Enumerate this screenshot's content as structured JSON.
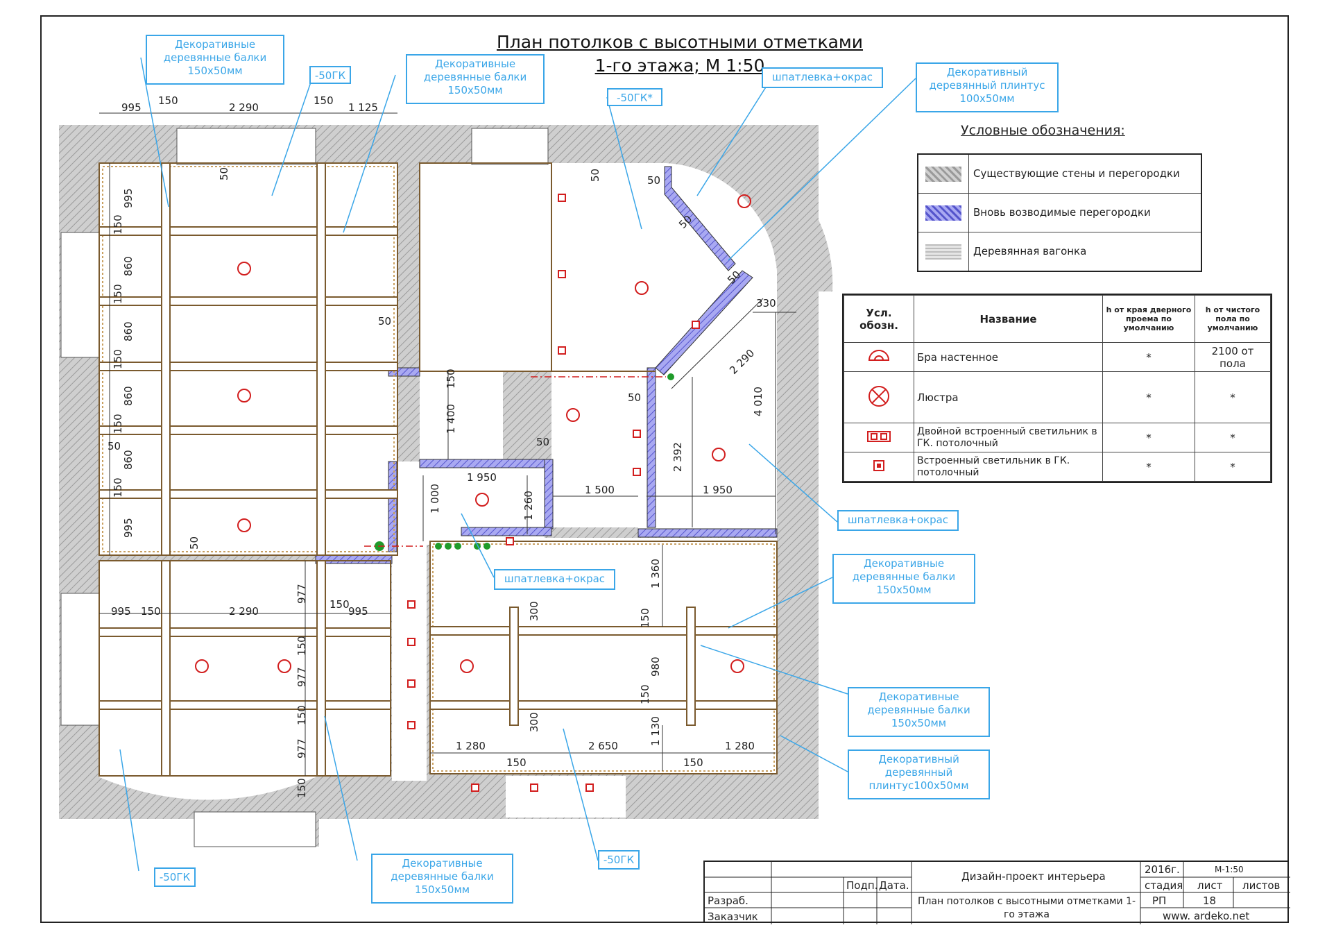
{
  "title": {
    "line1": "План потолков с высотными отметками",
    "line2": "1-го этажа; М 1:50"
  },
  "callouts": {
    "beams_1": "Декоративные деревянные балки 150х50мм",
    "gk_1": "-50ГК",
    "beams_2": "Декоративные деревянные балки 150х50мм",
    "gk_star": "-50ГК*",
    "putty_1": "шпатлевка+окрас",
    "plinth_1": "Декоративный деревянный плинтус 100х50мм",
    "putty_2": "шпатлевка+окрас",
    "beams_3": "Декоративные деревянные балки 150х50мм",
    "putty_3": "шпатлевка+окрас",
    "beams_4": "Декоративные деревянные балки 150х50мм",
    "plinth_2": "Декоративный деревянный плинтус100х50мм",
    "gk_2": "-50ГК",
    "beams_5": "Декоративные деревянные балки 150х50мм",
    "gk_3": "-50ГК"
  },
  "legend": {
    "title": "Условные обозначения:",
    "items": [
      {
        "label": "Существующие стены и перегородки",
        "color": "#9a9a9a"
      },
      {
        "label": "Вновь возводимые перегородки",
        "color": "#7b7be6"
      },
      {
        "label": "Деревянная вагонка",
        "color": "#d9d9d9"
      }
    ]
  },
  "symbols": {
    "headers": [
      "Усл. обозн.",
      "Название",
      "h от края дверного проема по умолчанию",
      "h от чистого пола по умолчанию"
    ],
    "rows": [
      {
        "icon": "sconce-icon",
        "name": "Бра настенное",
        "h1": "*",
        "h2": "2100 от пола"
      },
      {
        "icon": "chandelier-icon",
        "name": "Люстра",
        "h1": "*",
        "h2": "*"
      },
      {
        "icon": "double-downlight-icon",
        "name": "Двойной встроенный светильник  в  ГК. потолочный",
        "h1": "*",
        "h2": "*"
      },
      {
        "icon": "downlight-icon",
        "name": "Встроенный светильник в ГК. потолочный",
        "h1": "*",
        "h2": "*"
      }
    ]
  },
  "dimensions": {
    "top": [
      "995",
      "150",
      "2 290",
      "150",
      "1 125"
    ],
    "left": [
      "995",
      "150",
      "860",
      "150",
      "860",
      "150",
      "860",
      "150",
      "860",
      "150",
      "995"
    ],
    "lower_top": [
      "995",
      "150",
      "2 290",
      "150",
      "995"
    ],
    "lower_vert": [
      "977",
      "150",
      "977",
      "150",
      "977",
      "150"
    ],
    "center": [
      "150",
      "1 400",
      "1 950",
      "1 000",
      "1 260",
      "1 500",
      "1 950",
      "2 392",
      "4 010",
      "2 290",
      "330"
    ],
    "offsets": [
      "50",
      "50",
      "50",
      "50",
      "50",
      "50",
      "50",
      "50",
      "50",
      "50"
    ],
    "kitchen": [
      "1 360",
      "300",
      "150",
      "980",
      "150",
      "300",
      "1 130",
      "1 280",
      "2 650",
      "1 280",
      "150",
      "150"
    ]
  },
  "stamp": {
    "project": "Дизайн-проект интерьера",
    "year": "2016г.",
    "scale": "М-1:50",
    "sign": "Подп.",
    "date": "Дата.",
    "stage_h": "стадия",
    "sheet_h": "лист",
    "sheets_h": "листов",
    "author": "Разраб.",
    "client": "Заказчик",
    "doc_title": "План потолков с высотными отметками 1-го этажа",
    "stage": "РП",
    "sheet": "18",
    "site": "www. ardeko.net"
  }
}
